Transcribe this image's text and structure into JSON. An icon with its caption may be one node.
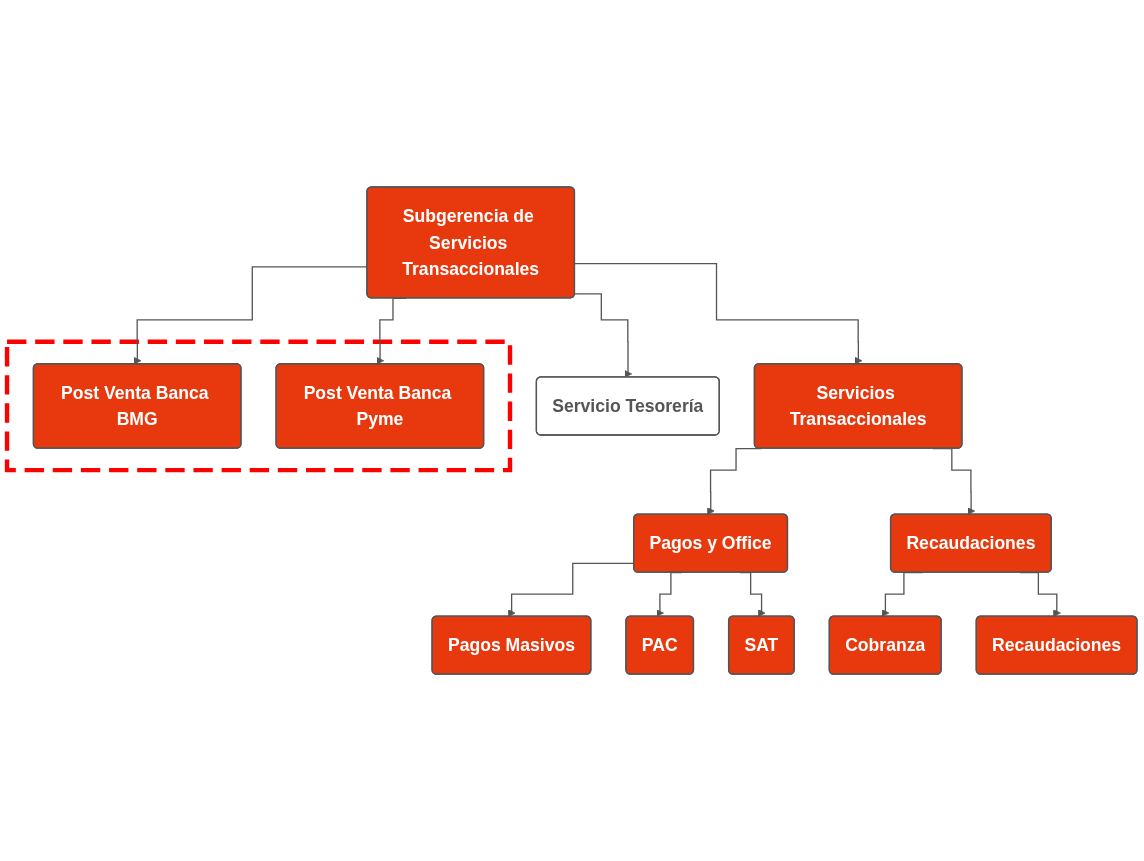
{
  "diagram": {
    "nodes": [
      {
        "text": [
          "Subgerencia de Servicios Transaccionales"
        ]
      },
      {
        "text": [
          "Servicio Tesorería"
        ]
      },
      {
        "text": [
          "Servicios Transaccionales"
        ]
      },
      {
        "text": [],
        "shape": "box"
      },
      {
        "text": [
          "Post Venta Banca BMG"
        ],
        "in": 3
      },
      {
        "text": [
          "Post Venta Banca Pyme"
        ],
        "in": 3
      },
      {
        "text": [
          "Pagos y Office"
        ]
      },
      {
        "text": [
          "Recaudaciones"
        ]
      },
      {
        "text": [
          "Pagos Masivos"
        ]
      },
      {
        "text": [
          "PAC"
        ]
      },
      {
        "text": [
          "SAT"
        ]
      },
      {
        "text": [
          "Cobranza"
        ]
      },
      {
        "text": [
          "Recaudaciones"
        ]
      }
    ],
    "edges": [
      {
        "from": 0,
        "to": 1,
        "arrow": "to"
      },
      {
        "from": 0,
        "to": 2,
        "arrow": "to"
      },
      {
        "from": 0,
        "to": 4,
        "arrow": "to"
      },
      {
        "from": 0,
        "to": 5,
        "arrow": "to"
      },
      {
        "from": 2,
        "to": 6,
        "arrow": "to"
      },
      {
        "from": 2,
        "to": 7,
        "arrow": "to"
      },
      {
        "from": 6,
        "to": 8,
        "arrow": "to"
      },
      {
        "from": 6,
        "to": 9,
        "arrow": "to"
      },
      {
        "from": 6,
        "to": 10,
        "arrow": "to"
      },
      {
        "from": 7,
        "to": 11,
        "arrow": "to"
      },
      {
        "from": 7,
        "to": 12,
        "arrow": "to"
      }
    ]
  }
}
